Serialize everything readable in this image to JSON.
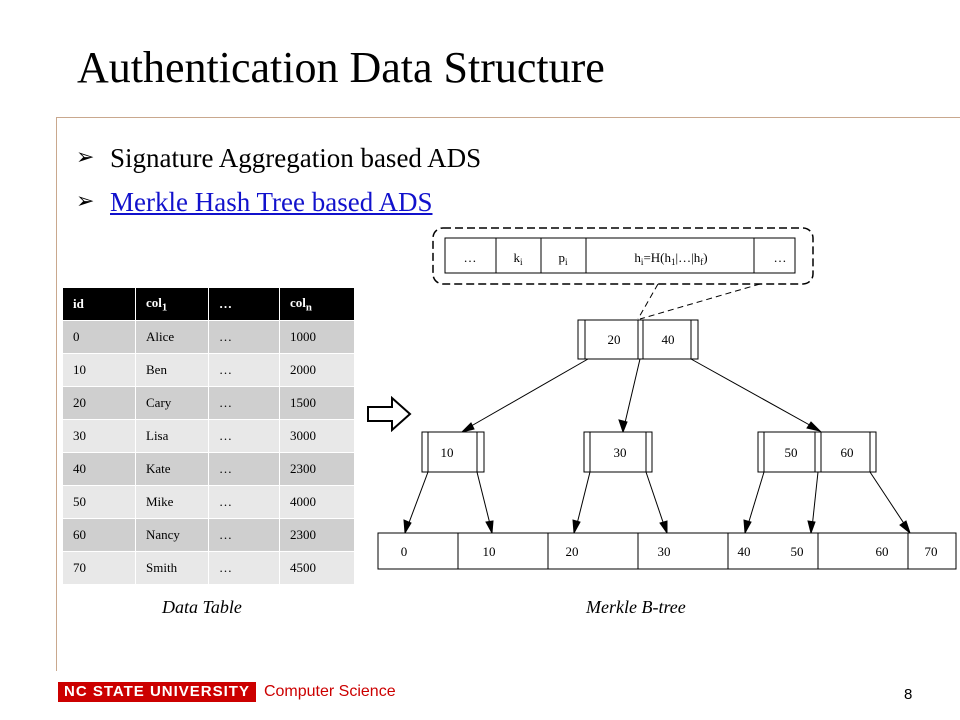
{
  "slide": {
    "title": "Authentication Data Structure",
    "bullets": [
      {
        "text": "Signature Aggregation based ADS",
        "is_link": false
      },
      {
        "text": "Merkle Hash Tree based ADS",
        "is_link": true
      }
    ],
    "bullet_icon": "right-arrow-bullet-icon",
    "link_color": "#1111cc"
  },
  "data_table": {
    "headers": [
      "id",
      "col1",
      "…",
      "coln"
    ],
    "rows": [
      [
        "0",
        "Alice",
        "…",
        "1000"
      ],
      [
        "10",
        "Ben",
        "…",
        "2000"
      ],
      [
        "20",
        "Cary",
        "…",
        "1500"
      ],
      [
        "30",
        "Lisa",
        "…",
        "3000"
      ],
      [
        "40",
        "Kate",
        "…",
        "2300"
      ],
      [
        "50",
        "Mike",
        "…",
        "4000"
      ],
      [
        "60",
        "Nancy",
        "…",
        "2300"
      ],
      [
        "70",
        "Smith",
        "…",
        "4500"
      ]
    ],
    "caption": "Data Table"
  },
  "tree": {
    "caption": "Merkle B-tree",
    "detail_node": [
      "…",
      "ki",
      "pi",
      "hi=H(h1|…|hf)",
      "…"
    ],
    "root": [
      "20",
      "40"
    ],
    "internal": [
      [
        "10"
      ],
      [
        "30"
      ],
      [
        "50",
        "60"
      ]
    ],
    "leaves": [
      "0",
      "10",
      "20",
      "30",
      "40",
      "50",
      "60",
      "70"
    ],
    "transform_icon": "hollow-right-arrow-icon"
  },
  "footer": {
    "logo": "NC STATE UNIVERSITY",
    "department": "Computer Science",
    "page_number": "8",
    "brand_color": "#cc0000"
  }
}
